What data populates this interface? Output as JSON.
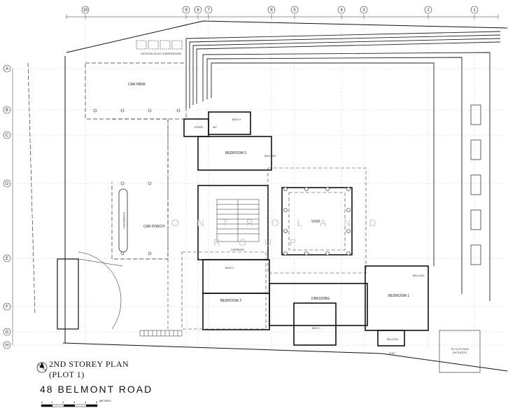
{
  "title": {
    "line1": "2ND STOREY PLAN",
    "line2": "(PLOT 1)",
    "address": "48 BELMONT ROAD",
    "scale_unit": "METRES",
    "scale_ticks": [
      "0",
      "1",
      "2",
      "3",
      "4",
      "5"
    ]
  },
  "watermark": {
    "line1": "O N T R O L A N D",
    "line2": "R O U P"
  },
  "grid": {
    "columns": [
      "10",
      "9",
      "8",
      "7",
      "6",
      "5",
      "4",
      "3",
      "2",
      "1"
    ],
    "rows": [
      "A",
      "B",
      "C",
      "D",
      "E",
      "F",
      "G",
      "H"
    ]
  },
  "rooms": {
    "car_park": "CAR PARK",
    "car_porch": "CAR PORCH",
    "flower_box": "FLOWER BOX",
    "store": "STORE",
    "wc": "WC",
    "bath3": "BATH 3",
    "bedroom3": "BEDROOM 3",
    "balcony_top": "BALCONY",
    "corridor": "CORRIDOR",
    "void": "VOID",
    "bath2": "BATH 2",
    "bedroom2": "BEDROOM 2",
    "dressing": "DRESSING",
    "bath1": "BATH 1",
    "bedroom1": "BEDROOM 1",
    "balcony_right": "BALCONY",
    "balcony_bottom": "BALCONY",
    "void_small": "VOID",
    "compressors": "LOCATION OF A/C COMPRESSORS",
    "flat_roof_1": "RC FLAT ROOF",
    "flat_roof_2": "(NO ENTRY)"
  }
}
